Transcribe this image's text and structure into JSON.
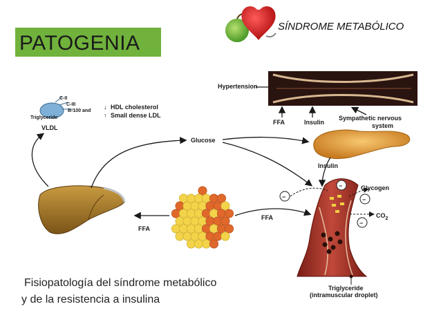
{
  "title": "PATOGENIA",
  "header_title": "SÍNDROME METABÓLICO",
  "caption": {
    "line1": "Fisiopatología del síndrome metabólico",
    "line2": "y de la resistencia a insulina"
  },
  "diagram": {
    "vldl": {
      "label": "VLDL",
      "triglyceride": "Triglyceride",
      "apo_c2": "C-II",
      "apo_c3": "C-III",
      "apo_b100": "B-100 and",
      "hdl": "HDL cholesterol",
      "ldl": "Small dense LDL",
      "hdl_arrow": "↓",
      "ldl_arrow": "↑"
    },
    "glucose": "Glucose",
    "hypertension": "Hypertension",
    "ffa_top": "FFA",
    "insulin_top": "Insulin",
    "sympathetic": "Sympathetic nervous",
    "sympathetic2": "system",
    "insulin_pancreas": "Insulin",
    "ffa_left": "FFA",
    "ffa_right": "FFA",
    "glycogen": "Glycogen",
    "co2": "CO",
    "co2_sub": "2",
    "triglyceride_bottom": "Triglyceride",
    "intramuscular": "(intramuscular droplet)",
    "minus": "−"
  },
  "colors": {
    "title_green": "#70b23c",
    "liver": "#a07a2c",
    "fat_yellow": "#f2d34a",
    "fat_orange": "#e0682a",
    "muscle": "#a3342a",
    "pancreas": "#e8a03a",
    "vessel": "#2a1410"
  }
}
